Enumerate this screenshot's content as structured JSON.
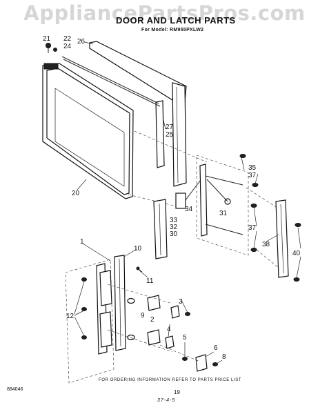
{
  "watermark": "AppliancePartsPros.com",
  "title": "DOOR AND LATCH PARTS",
  "subtitle": "For Model: RM955PXLW2",
  "footer_note": "FOR ORDERING INFORMATION REFER TO PARTS PRICE LIST",
  "doc_id": "884046",
  "page_number": "19",
  "page_code": "37-4-5",
  "callouts": {
    "c21": "21",
    "c22": "22",
    "c24": "24",
    "c26": "26",
    "c27": "27",
    "c25": "25",
    "c20": "20",
    "c35": "35",
    "c37a": "37",
    "c34": "34",
    "c31": "31",
    "c33": "33",
    "c32": "32",
    "c30": "30",
    "c37b": "37",
    "c38": "38",
    "c40": "40",
    "c1": "1",
    "c10": "10",
    "c11": "11",
    "c12": "12",
    "c9": "9",
    "c2": "2",
    "c3": "3",
    "c4": "4",
    "c5": "5",
    "c6": "6",
    "c8": "8"
  }
}
